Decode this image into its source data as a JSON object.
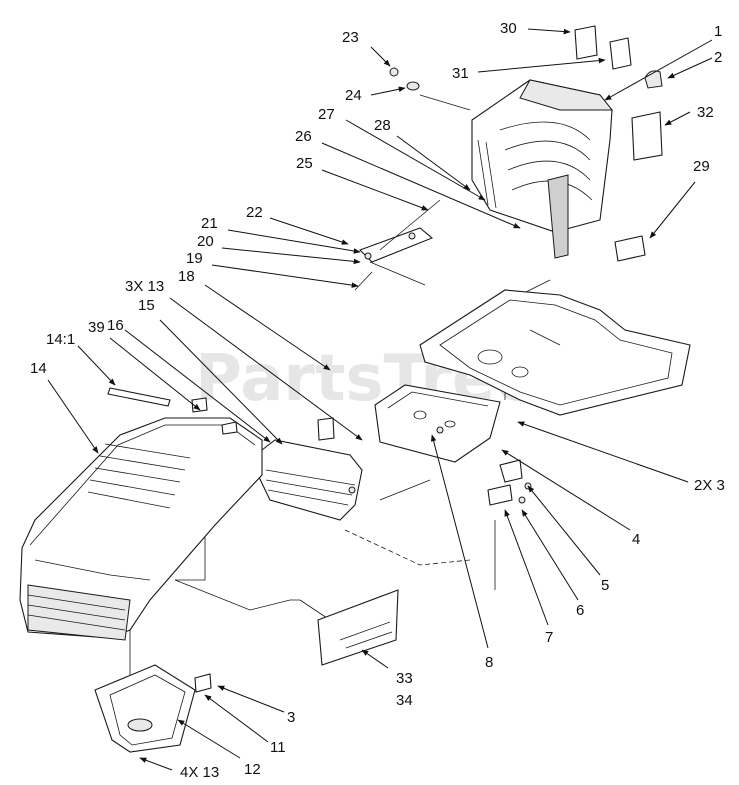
{
  "watermark": "PartsTree",
  "callouts": [
    "30",
    "1",
    "2",
    "31",
    "32",
    "23",
    "24",
    "28",
    "27",
    "26",
    "25",
    "29",
    "22",
    "21",
    "20",
    "19",
    "18",
    "3X 13",
    "15",
    "39",
    "16",
    "14:1",
    "14",
    "2X 3",
    "4",
    "5",
    "6",
    "7",
    "8",
    "33",
    "34",
    "3",
    "11",
    "12",
    "4X 13"
  ]
}
